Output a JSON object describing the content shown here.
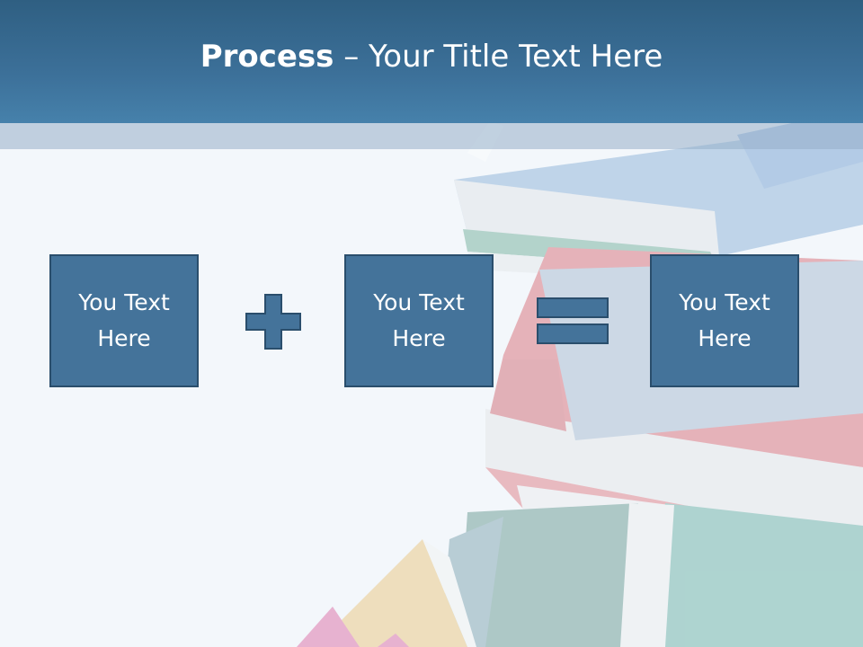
{
  "title": {
    "bold": "Process",
    "rest": " – Your Title Text Here"
  },
  "process": {
    "box1": "You Text Here",
    "box2": "You Text Here",
    "box3": "You Text Here"
  },
  "operators": {
    "first": "plus-icon",
    "second": "equals-icon"
  },
  "colors": {
    "header": "#3c7099",
    "box_fill": "#44739a",
    "box_border": "#2a4e6c",
    "background": "#f3f7fb"
  }
}
